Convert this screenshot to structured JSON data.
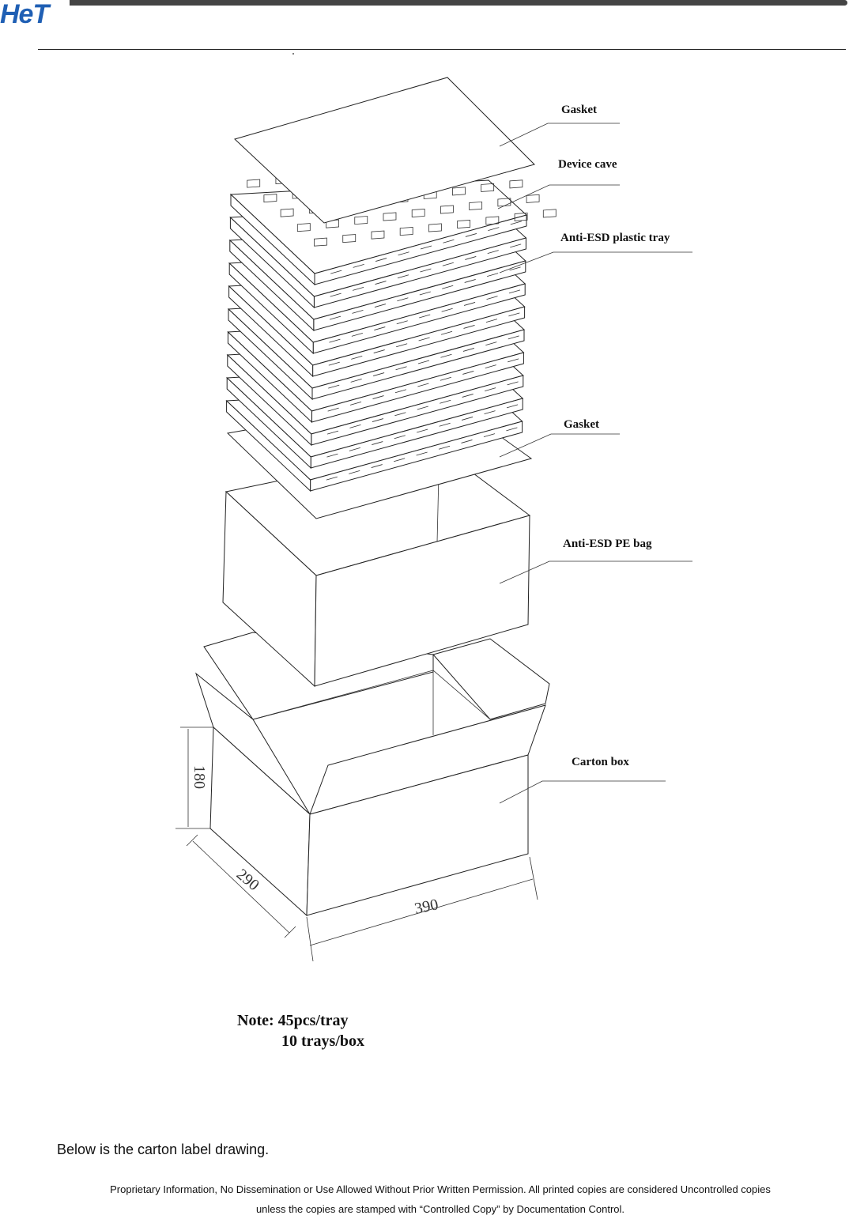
{
  "header": {
    "logo_text": "HeT",
    "logo_color": "#1f5fb4"
  },
  "diagram": {
    "callouts": [
      {
        "id": "gasket-top",
        "label": "Gasket"
      },
      {
        "id": "device-cave",
        "label": "Device cave"
      },
      {
        "id": "tray",
        "label": "Anti-ESD plastic tray"
      },
      {
        "id": "gasket-bottom",
        "label": "Gasket"
      },
      {
        "id": "pe-bag",
        "label": "Anti-ESD PE bag"
      },
      {
        "id": "carton",
        "label": "Carton box"
      }
    ],
    "dimensions": {
      "height": "180",
      "depth": "290",
      "width": "390"
    },
    "tray_count": 10
  },
  "note": {
    "line1": "Note: 45pcs/tray",
    "line2": "10 trays/box"
  },
  "caption": "Below is the carton label drawing.",
  "footer": {
    "line1": "Proprietary Information, No Dissemination or Use Allowed Without Prior Written Permission. All printed copies are considered Uncontrolled copies",
    "line2": "unless the copies are stamped with “Controlled Copy” by Documentation Control."
  }
}
